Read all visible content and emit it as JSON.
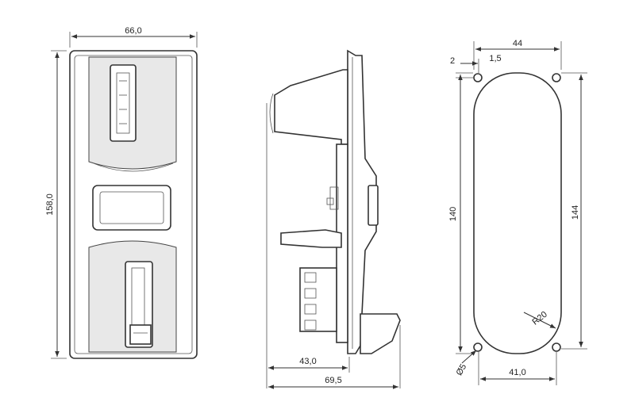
{
  "dimensions": {
    "front_width": "66,0",
    "front_height": "158,0",
    "side_depth_short": "43,0",
    "side_depth_full": "69,5",
    "cutout_hole_spacing_top": "44",
    "cutout_edge_offset_v": "2",
    "cutout_edge_offset_h": "1,5",
    "cutout_inner_height": "140",
    "cutout_hole_spacing_vertical": "144",
    "cutout_radius": "R20",
    "cutout_hole_diameter": "Ø5",
    "cutout_bottom_width": "41,0"
  }
}
